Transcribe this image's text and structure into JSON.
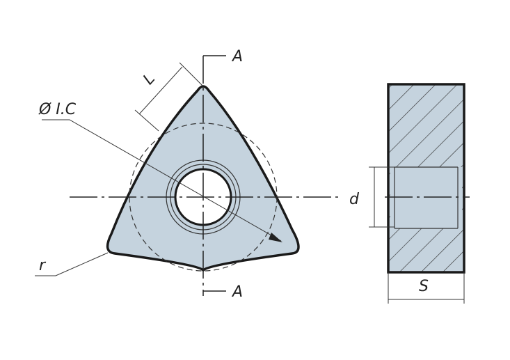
{
  "labels": {
    "section_top": "A",
    "section_bottom": "A",
    "edge_length": "L",
    "inscribed_circle": "Ø I.C",
    "corner_radius": "r",
    "hole_diameter": "d",
    "thickness": "S"
  },
  "colors": {
    "fill": "#c5d3de",
    "outline": "#1a1a1a",
    "line": "#333333"
  }
}
